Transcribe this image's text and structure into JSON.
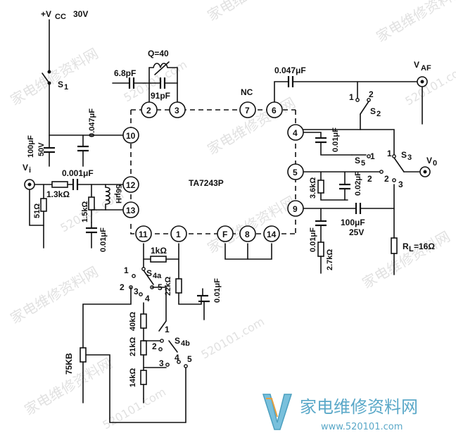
{
  "chip": {
    "name": "TA7243P"
  },
  "supply": {
    "label": "+V",
    "sub": "CC",
    "value": "30V",
    "switch": "S",
    "switch_sub": "1"
  },
  "caps": {
    "c_supply": "100μF",
    "c_supply_v": "50V",
    "c_047": "0.047μF",
    "c_001_in": "0.001μF",
    "c_68p": "6.8pF",
    "c_91p": "91pF",
    "c_047_af": "0.047μF",
    "c_001_4": "0.01μF",
    "c_002": "0.02μF",
    "c_100u": "100μF",
    "c_100u_v": "25V",
    "c_001_9": "0.01μF",
    "c_001_13": "0.01μF",
    "c_001_sel": "0.01μF"
  },
  "resistors": {
    "r_in": "1.3kΩ",
    "r_51": "51Ω",
    "r_15k": "1.5kΩ",
    "r_36k": "3.6kΩ",
    "r_27k": "2.7kΩ",
    "r_1k": "1kΩ",
    "r_22k": "22kΩ",
    "r_40k": "40kΩ",
    "r_21k": "21kΩ",
    "r_14k": "14kΩ",
    "r_75k": "75KB",
    "rl": "R",
    "rl_sub": "L",
    "rl_val": "=16Ω"
  },
  "inductor": {
    "l56": "56μH",
    "q": "Q=40"
  },
  "labels": {
    "vi": "V",
    "vi_sub": "i",
    "vaf": "V",
    "vaf_sub": "AF",
    "vo": "V",
    "vo_sub": "0",
    "nc": "NC"
  },
  "pins": [
    "2",
    "3",
    "7",
    "6",
    "10",
    "4",
    "12",
    "5",
    "13",
    "9",
    "11",
    "1",
    "F",
    "8",
    "14"
  ],
  "switches": {
    "s2": "S",
    "s2_sub": "2",
    "s2_p1": "1",
    "s2_p2": "2",
    "s3": "S",
    "s3_sub": "3",
    "s3_p1": "1",
    "s3_p2": "2",
    "s3_p3": "3",
    "s5": "S",
    "s5_sub": "5",
    "s5_p1": "1",
    "s5_p2": "2",
    "s4a": "S",
    "s4a_sub": "4a",
    "s4a_p1": "1",
    "s4a_p2": "2",
    "s4a_p3": "3",
    "s4a_p4": "4",
    "s4a_p5": "5",
    "s4b": "S",
    "s4b_sub": "4b",
    "s4b_p1": "1",
    "s4b_p2": "2",
    "s4b_p3": "3",
    "s4b_p4": "4",
    "s4b_p5": "5"
  },
  "watermark": {
    "site": "家电维修资料网",
    "url": "520101.com",
    "logo_cn": "家电维修资料网",
    "logo_url": "www.520101.com"
  }
}
